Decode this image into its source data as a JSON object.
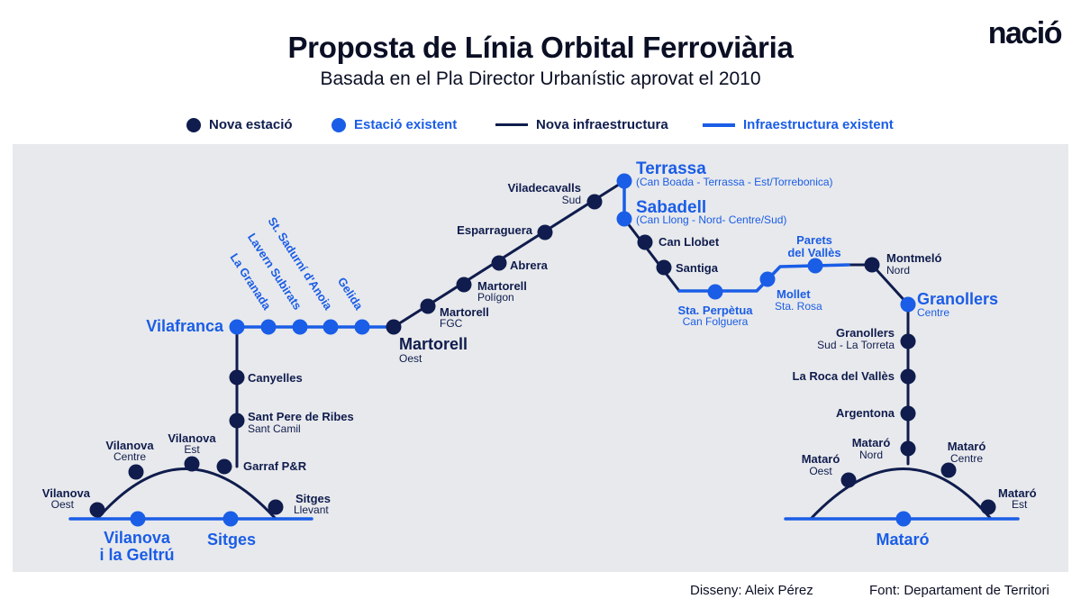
{
  "header": {
    "title": "Proposta de Línia Orbital Ferroviària",
    "subtitle": "Basada en el Pla Director Urbanístic aprovat el 2010",
    "logo": "nació"
  },
  "colors": {
    "new": "#0f1c4d",
    "existing": "#1a5de6",
    "background": "#e8e9ec"
  },
  "legend": {
    "new_station": "Nova estació",
    "existing_station": "Estació existent",
    "new_infrastructure": "Nova infraestructura",
    "existing_infrastructure": "Infraestructura existent"
  },
  "stations": [
    {
      "id": "terrassa",
      "name": "Terrassa",
      "sub": "(Can Boada - Terrassa - Est/Torrebonica)",
      "type": "existing"
    },
    {
      "id": "viladecavalls",
      "name": "Viladecavalls",
      "sub": "Sud",
      "type": "new"
    },
    {
      "id": "esparraguera",
      "name": "Esparraguera",
      "sub": "",
      "type": "new"
    },
    {
      "id": "abrera",
      "name": "Abrera",
      "sub": "",
      "type": "new"
    },
    {
      "id": "martorell_poligon",
      "name": "Martorell",
      "sub": "Polígon",
      "type": "new"
    },
    {
      "id": "martorell_fgc",
      "name": "Martorell",
      "sub": "FGC",
      "type": "new"
    },
    {
      "id": "martorell_oest",
      "name": "Martorell",
      "sub": "Oest",
      "type": "new"
    },
    {
      "id": "gelida",
      "name": "Gelida",
      "sub": "",
      "type": "existing"
    },
    {
      "id": "sant_sadurni",
      "name": "St. Sadurní d'Anoia",
      "sub": "",
      "type": "existing"
    },
    {
      "id": "lavern",
      "name": "Lavern Subirats",
      "sub": "",
      "type": "existing"
    },
    {
      "id": "la_granada",
      "name": "La Granada",
      "sub": "",
      "type": "existing"
    },
    {
      "id": "vilafranca",
      "name": "Vilafranca",
      "sub": "",
      "type": "existing"
    },
    {
      "id": "canyelles",
      "name": "Canyelles",
      "sub": "",
      "type": "new"
    },
    {
      "id": "sant_pere",
      "name": "Sant Pere de Ribes",
      "sub": "Sant Camil",
      "type": "new"
    },
    {
      "id": "garraf",
      "name": "Garraf P&R",
      "sub": "",
      "type": "new"
    },
    {
      "id": "vilanova_est",
      "name": "Vilanova",
      "sub": "Est",
      "type": "new"
    },
    {
      "id": "vilanova_centre",
      "name": "Vilanova",
      "sub": "Centre",
      "type": "new"
    },
    {
      "id": "vilanova_oest",
      "name": "Vilanova",
      "sub": "Oest",
      "type": "new"
    },
    {
      "id": "sitges_llevant",
      "name": "Sitges",
      "sub": "Llevant",
      "type": "new"
    },
    {
      "id": "vilanova_geltru",
      "name": "Vilanova",
      "name2": "i la Geltrú",
      "sub": "",
      "type": "existing"
    },
    {
      "id": "sitges",
      "name": "Sitges",
      "sub": "",
      "type": "existing"
    },
    {
      "id": "sabadell",
      "name": "Sabadell",
      "sub": "(Can Llong - Nord- Centre/Sud)",
      "type": "existing"
    },
    {
      "id": "can_llobet",
      "name": "Can Llobet",
      "sub": "",
      "type": "new"
    },
    {
      "id": "santiga",
      "name": "Santiga",
      "sub": "",
      "type": "new"
    },
    {
      "id": "sta_perpetua",
      "name": "Sta. Perpètua",
      "sub": "Can Folguera",
      "type": "existing"
    },
    {
      "id": "mollet",
      "name": "Mollet",
      "sub": "Sta. Rosa",
      "type": "existing"
    },
    {
      "id": "parets",
      "name": "Parets",
      "name2": "del Vallès",
      "sub": "",
      "type": "existing"
    },
    {
      "id": "montmelo",
      "name": "Montmeló",
      "sub": "Nord",
      "type": "new"
    },
    {
      "id": "granollers_centre",
      "name": "Granollers",
      "sub": "Centre",
      "type": "existing"
    },
    {
      "id": "granollers_sud",
      "name": "Granollers",
      "sub": "Sud - La Torreta",
      "type": "new"
    },
    {
      "id": "la_roca",
      "name": "La Roca del Vallès",
      "sub": "",
      "type": "new"
    },
    {
      "id": "argentona",
      "name": "Argentona",
      "sub": "",
      "type": "new"
    },
    {
      "id": "mataro_nord",
      "name": "Mataró",
      "sub": "Nord",
      "type": "new"
    },
    {
      "id": "mataro_oest",
      "name": "Mataró",
      "sub": "Oest",
      "type": "new"
    },
    {
      "id": "mataro_centre",
      "name": "Mataró",
      "sub": "Centre",
      "type": "new"
    },
    {
      "id": "mataro_est",
      "name": "Mataró",
      "sub": "Est",
      "type": "new"
    },
    {
      "id": "mataro",
      "name": "Mataró",
      "sub": "",
      "type": "existing"
    }
  ],
  "footer": {
    "design": "Disseny: Aleix Pérez",
    "source": "Font: Departament de Territori"
  }
}
